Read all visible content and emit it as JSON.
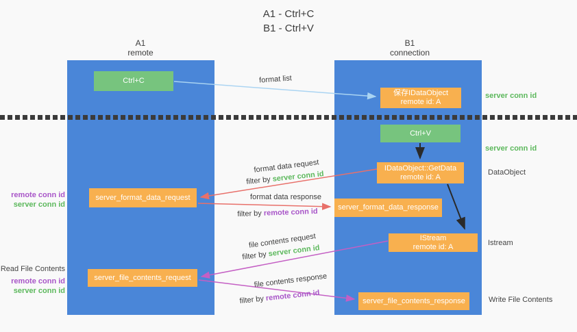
{
  "title": {
    "line1": "A1 - Ctrl+C",
    "line2": "B1 - Ctrl+V"
  },
  "columns": {
    "left": {
      "name": "A1",
      "subtitle": "remote"
    },
    "right": {
      "name": "B1",
      "subtitle": "connection"
    }
  },
  "boxes": {
    "ctrl_c": "Ctrl+C",
    "ctrl_v": "Ctrl+V",
    "save_dataobject_line1": "保存IDataObject",
    "save_dataobject_line2": "remote id: A",
    "getdata_line1": "IDataObject::GetData",
    "getdata_line2": "remote id: A",
    "istream_line1": "IStream",
    "istream_line2": "remote id: A",
    "format_request": "server_format_data_request",
    "format_response": "server_format_data_response",
    "file_request": "server_file_contents_request",
    "file_response": "server_file_contents_response"
  },
  "mid_labels": {
    "format_list": "format list",
    "format_data_request": "format data request",
    "format_data_response": "format data response",
    "file_contents_request": "file contents request",
    "file_contents_response": "file contents response",
    "filter_by": "filter by ",
    "server_conn_id": "server conn id",
    "remote_conn_id": "remote conn id"
  },
  "side_labels": {
    "server_conn_id": "server conn id",
    "remote_conn_id": "remote conn id",
    "dataobject": "DataObject",
    "istream": "Istream",
    "read_file_contents": "Read File Contents",
    "write_file_contents": "Write File Contents"
  },
  "colors": {
    "column_blue": "#4a86d8",
    "box_green": "#77c47e",
    "box_orange": "#f8b04f",
    "text_green": "#5cb85c",
    "text_purple": "#a855c8",
    "arrow_red": "#e8706a",
    "arrow_magenta": "#c45fc4",
    "arrow_lightblue": "#aad4f2",
    "arrow_black": "#2a2a2a"
  }
}
